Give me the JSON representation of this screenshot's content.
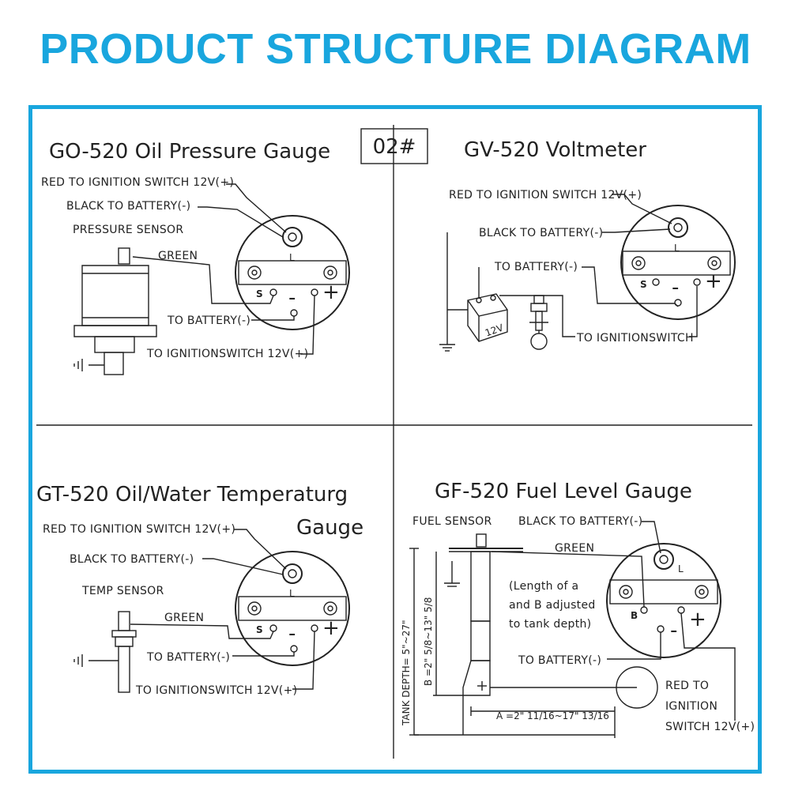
{
  "header": {
    "title": "PRODUCT STRUCTURE DIAGRAM"
  },
  "colors": {
    "accent": "#19a6de",
    "ink": "#222222"
  },
  "panels": {
    "oil_pressure": {
      "title": "GO-520  Oil Pressure Gauge",
      "badge": "02#",
      "labels": {
        "red": "RED TO IGNITION SWITCH 12V(+)",
        "black": "BLACK TO BATTERY(-)",
        "sensor": "PRESSURE SENSOR",
        "green": "GREEN",
        "battery": "TO BATTERY(-)",
        "ignition": "TO IGNITIONSWITCH 12V(+)"
      }
    },
    "voltmeter": {
      "title": "GV-520    Voltmeter",
      "labels": {
        "red": "RED TO IGNITION SWITCH 12V(+)",
        "black": "BLACK TO BATTERY(-)",
        "battery": "TO BATTERY(-)",
        "ignition": "TO IGNITIONSWITCH",
        "battery_voltage": "12V"
      }
    },
    "temperature": {
      "title": "GT-520  Oil/Water  Temperaturg",
      "title_line2": "Gauge",
      "labels": {
        "red": "RED TO IGNITION SWITCH 12V(+)",
        "black": "BLACK TO BATTERY(-)",
        "sensor": "TEMP SENSOR",
        "green": "GREEN",
        "battery": "TO BATTERY(-)",
        "ignition": "TO IGNITIONSWITCH 12V(+)"
      }
    },
    "fuel_level": {
      "title": "GF-520   Fuel Level Gauge",
      "labels": {
        "sensor": "FUEL SENSOR",
        "black": "BLACK TO BATTERY(-)",
        "green": "GREEN",
        "note1": "(Length of a",
        "note2": "and B adjusted",
        "note3": "to tank depth)",
        "battery": "TO BATTERY(-)",
        "red1": "RED TO",
        "red2": "IGNITION",
        "red3": "SWITCH 12V(+)",
        "tank_depth": "TANK DEPTH= 5\"~27\"",
        "b_dim": "B =2\" 5/8~13\" 5/8",
        "a_dim": "A =2\"  11/16~17\" 13/16"
      }
    }
  },
  "terminals": {
    "l": "L",
    "s": "S",
    "b": "B",
    "minus": "-",
    "plus": "+"
  }
}
